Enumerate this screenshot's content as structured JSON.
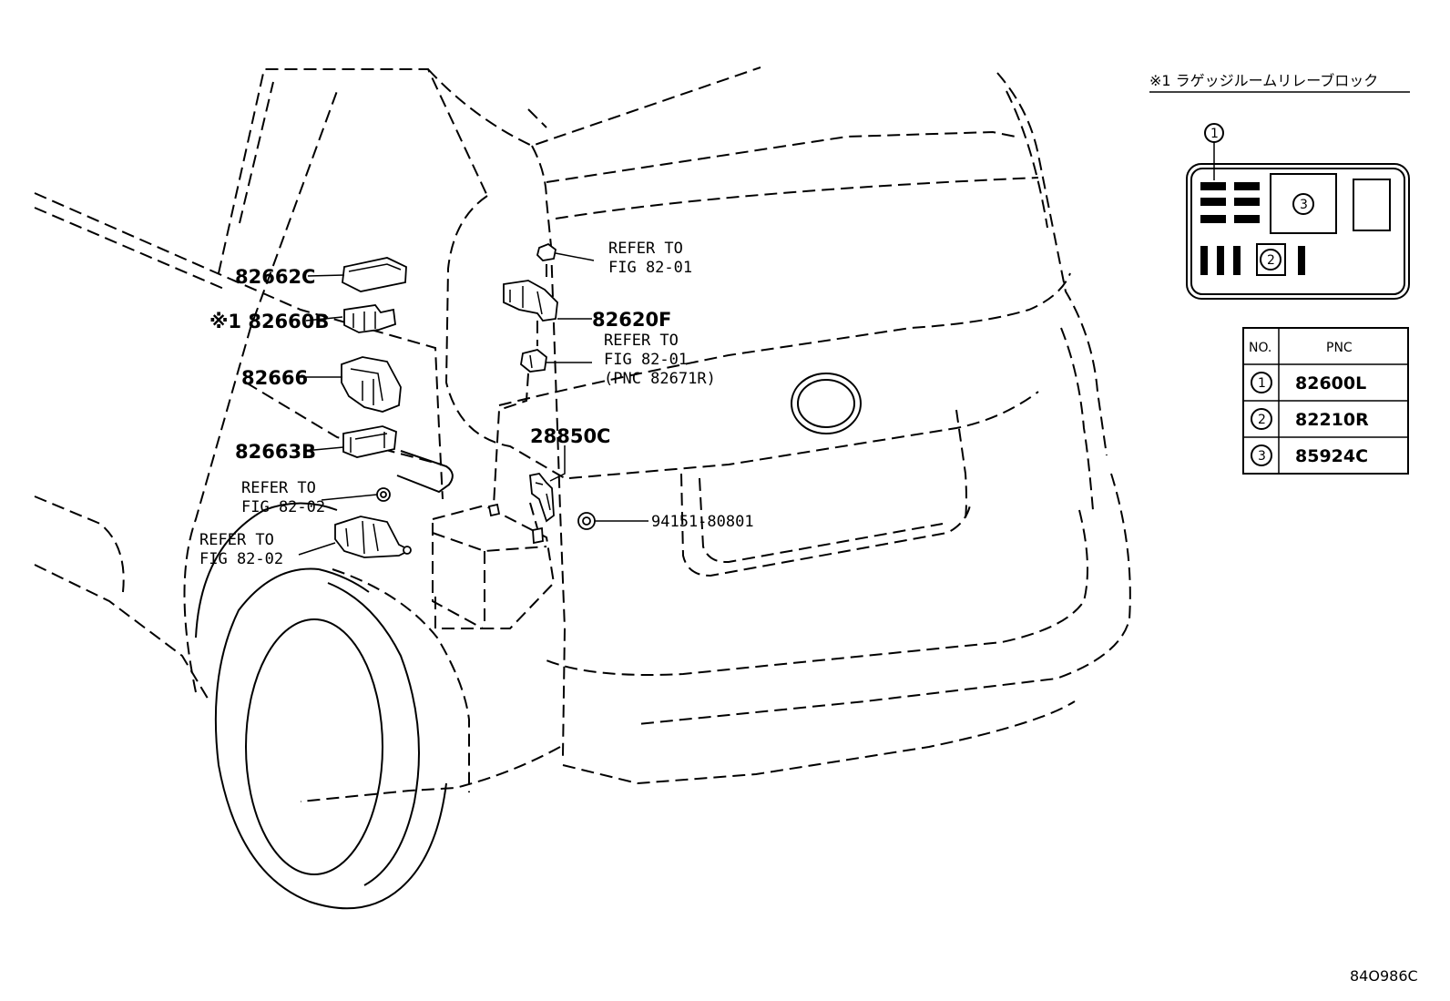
{
  "labels": {
    "p82662C": "82662C",
    "p82660B": "※1 82660B",
    "p82666": "82666",
    "p82663B": "82663B",
    "p82620F": "82620F",
    "p28850C": "28850C",
    "p94151": "94151-80801",
    "ref1_line1": "REFER TO",
    "ref1_line2": "FIG 82-01",
    "ref2_line1": "REFER TO",
    "ref2_line2": "FIG 82-01",
    "ref2_line3": "(PNC 82671R)",
    "ref3_line1": "REFER TO",
    "ref3_line2": "FIG 82-02",
    "ref4_line1": "REFER TO",
    "ref4_line2": "FIG 82-02"
  },
  "inset": {
    "title": "※1 ラゲッジルームリレーブロック",
    "callout1": "1",
    "callout2": "2",
    "callout3": "3"
  },
  "table": {
    "header_no": "NO.",
    "header_pnc": "PNC",
    "rows": [
      {
        "no": "1",
        "pnc": "82600L"
      },
      {
        "no": "2",
        "pnc": "82210R"
      },
      {
        "no": "3",
        "pnc": "85924C"
      }
    ]
  },
  "diagram_code": "84O986C"
}
